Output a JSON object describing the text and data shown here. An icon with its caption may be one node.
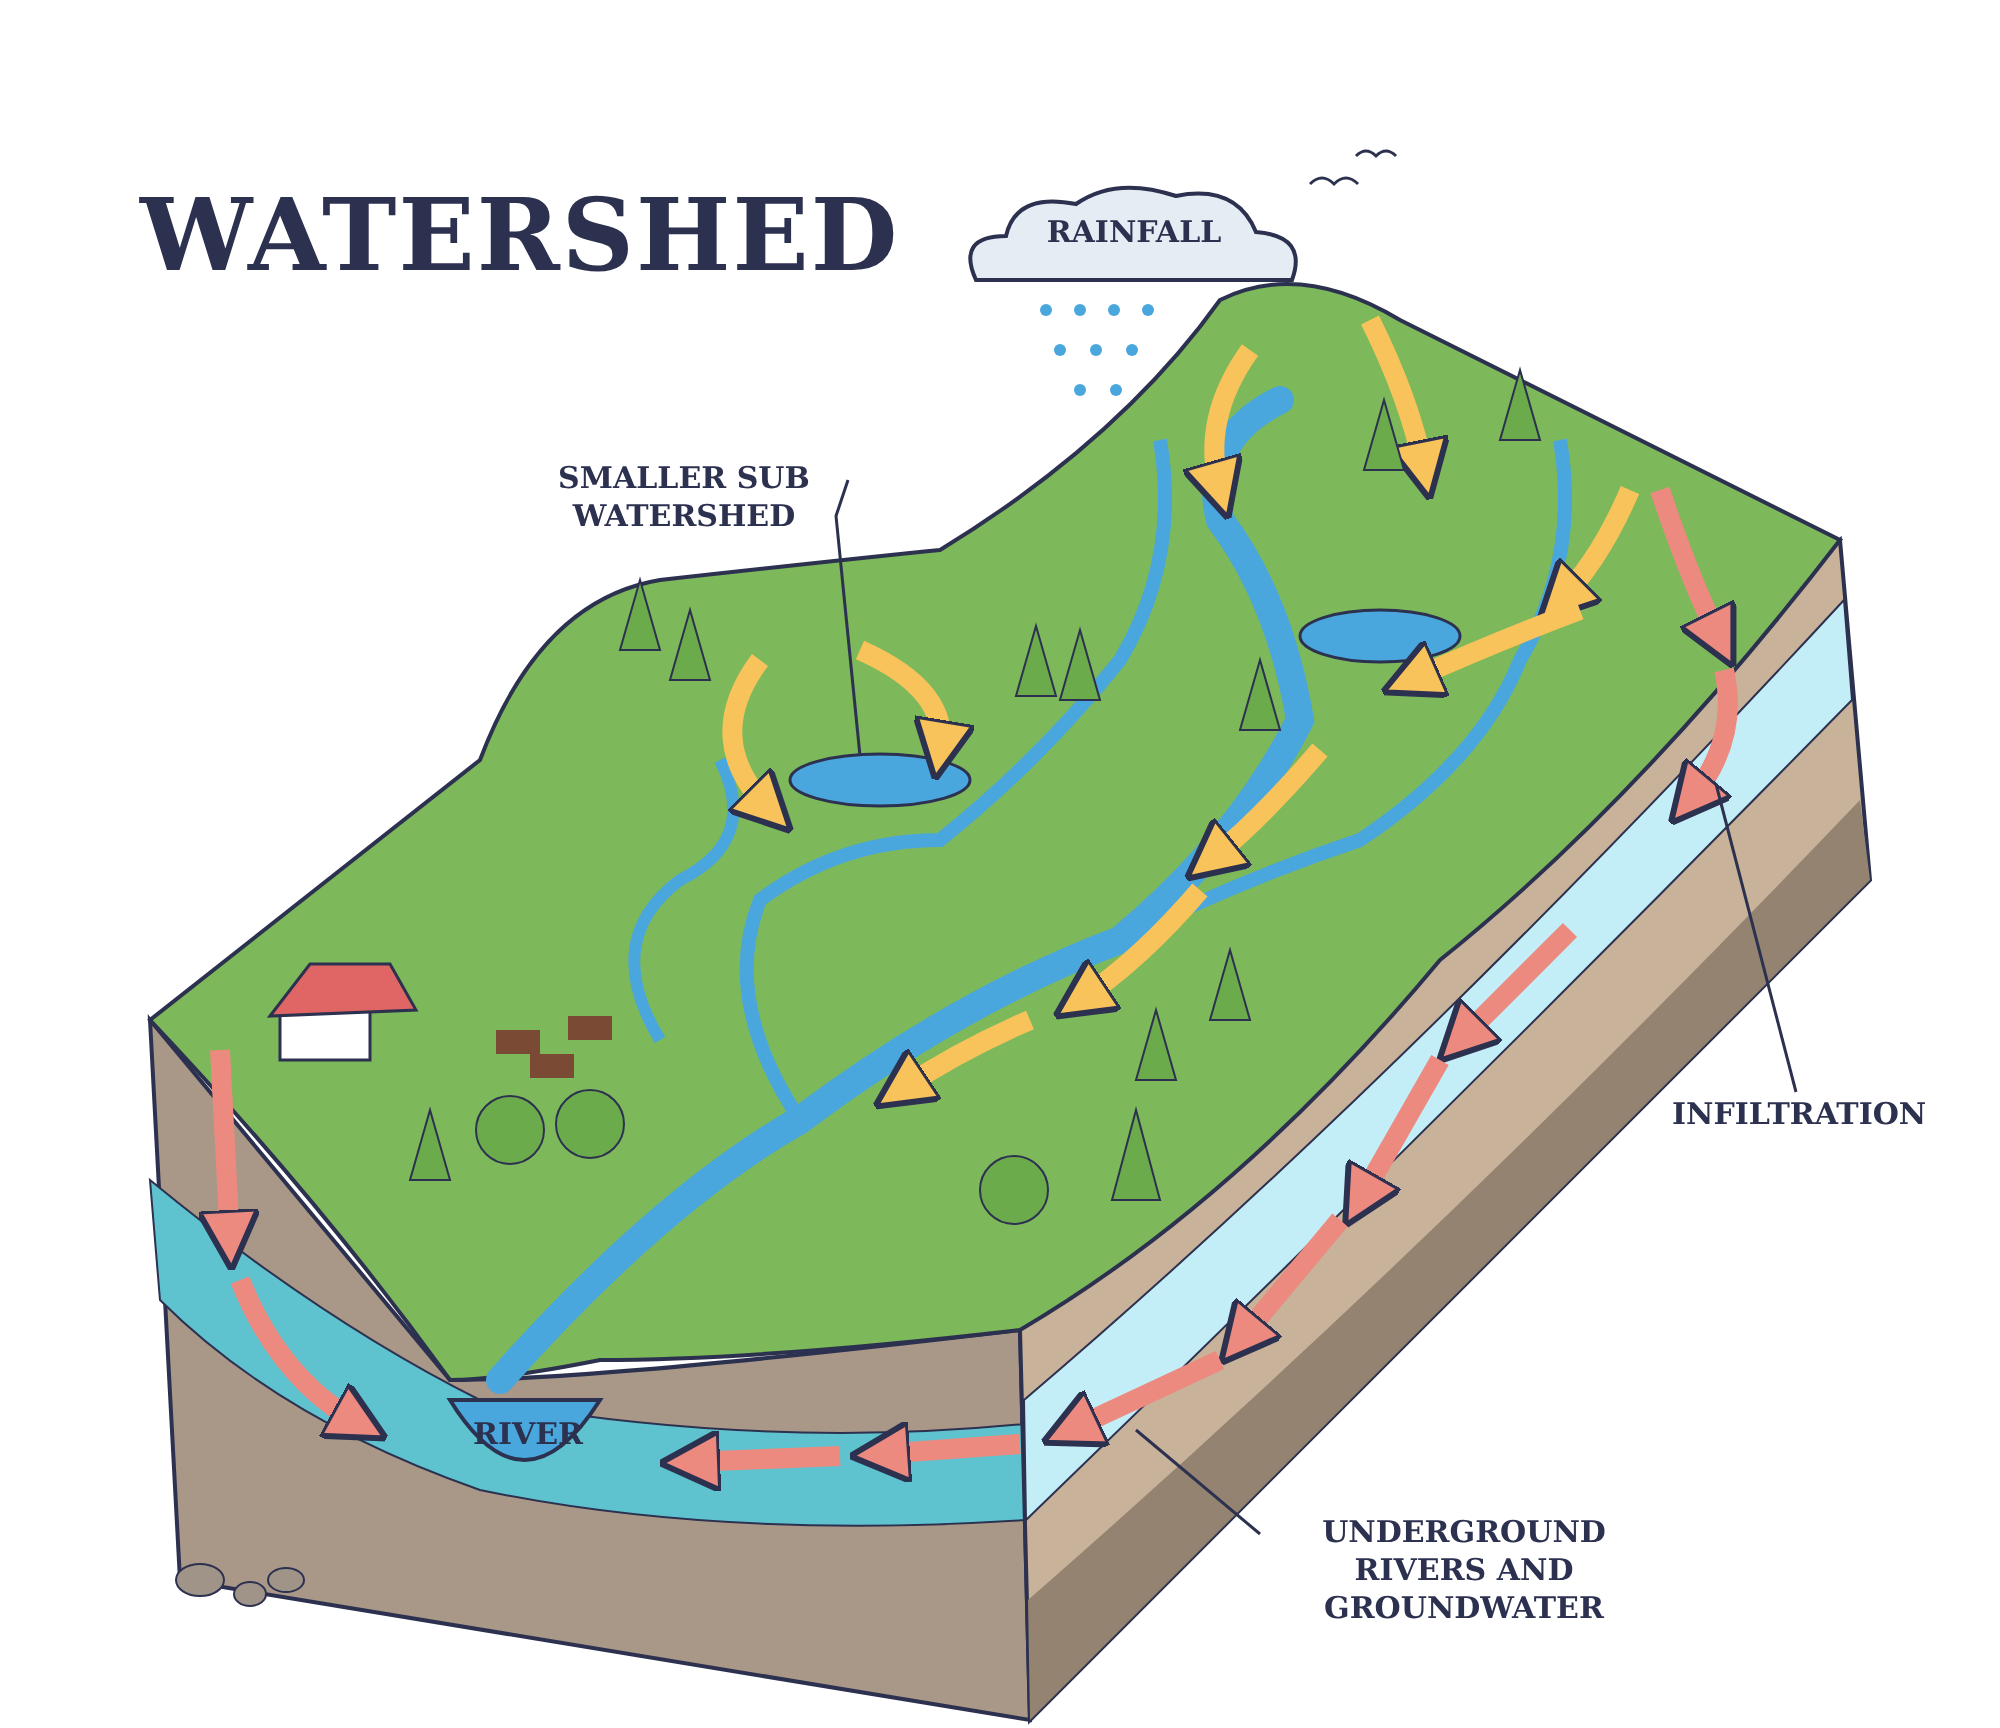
{
  "diagram": {
    "title": "WATERSHED",
    "nodes": [
      {
        "text": [
          "RAINFALL"
        ]
      },
      {
        "text": [
          "SMALLER SUB WATERSHED"
        ]
      },
      {
        "text": [
          "INFILTRATION"
        ]
      },
      {
        "text": [
          "UNDERGROUND RIVERS AND GROUNDWATER"
        ]
      },
      {
        "text": [
          "RIVER"
        ]
      }
    ],
    "edges": [
      {
        "from": 1,
        "to": null,
        "arrow": "none"
      },
      {
        "from": 2,
        "to": null,
        "arrow": "none"
      },
      {
        "from": 3,
        "to": null,
        "arrow": "none"
      }
    ]
  }
}
